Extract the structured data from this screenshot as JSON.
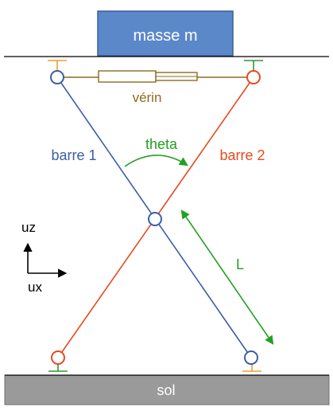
{
  "labels": {
    "mass": "masse m",
    "jack": "vérin",
    "bar1": "barre 1",
    "bar2": "barre 2",
    "theta": "theta",
    "length": "L",
    "uz": "uz",
    "ux": "ux",
    "ground": "sol"
  },
  "colors": {
    "bar1": "#3a5ea8",
    "bar2": "#e8491d",
    "jack": "#8b6c1e",
    "green": "#22a022",
    "mass_fill": "#5b88c9",
    "mass_stroke": "#3b5e94",
    "ground_fill": "#9a9a9a",
    "pin_orange": "#e8a030",
    "pin_green": "#2e9a2e",
    "line": "#000000"
  }
}
